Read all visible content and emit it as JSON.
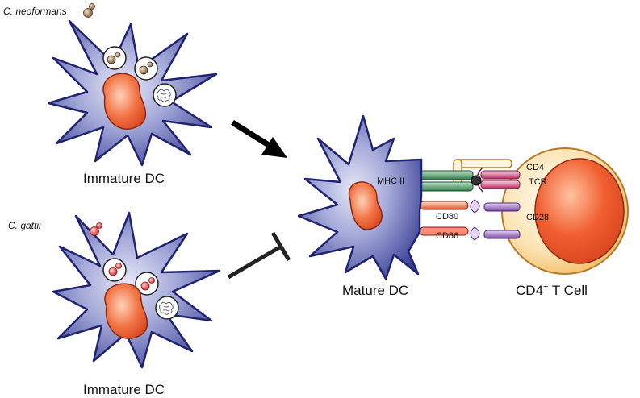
{
  "species": {
    "top": "C. neoformans",
    "bottom": "C. gattii"
  },
  "cells": {
    "immature_top": "Immature DC",
    "immature_bottom": "Immature DC",
    "mature": "Mature DC",
    "tcell_prefix": "CD4",
    "tcell_sup": "+",
    "tcell_suffix": " T Cell"
  },
  "molecules": {
    "mhc": "MHC II",
    "cd4": "CD4",
    "tcr": "TCR",
    "cd80": "CD80",
    "cd86": "CD86",
    "cd28": "CD28"
  },
  "colors": {
    "dc_fill": "#4a4f9e",
    "nucleus": "#e8552a",
    "neoformans": "#8a6a45",
    "gattii": "#e03a3a",
    "tcell_body": "#f7d69a",
    "tcell_nucleus": "#e4532b",
    "mhc": "#3b8a5a",
    "tcr": "#c23a6a",
    "costim": "#8c5bb0"
  }
}
